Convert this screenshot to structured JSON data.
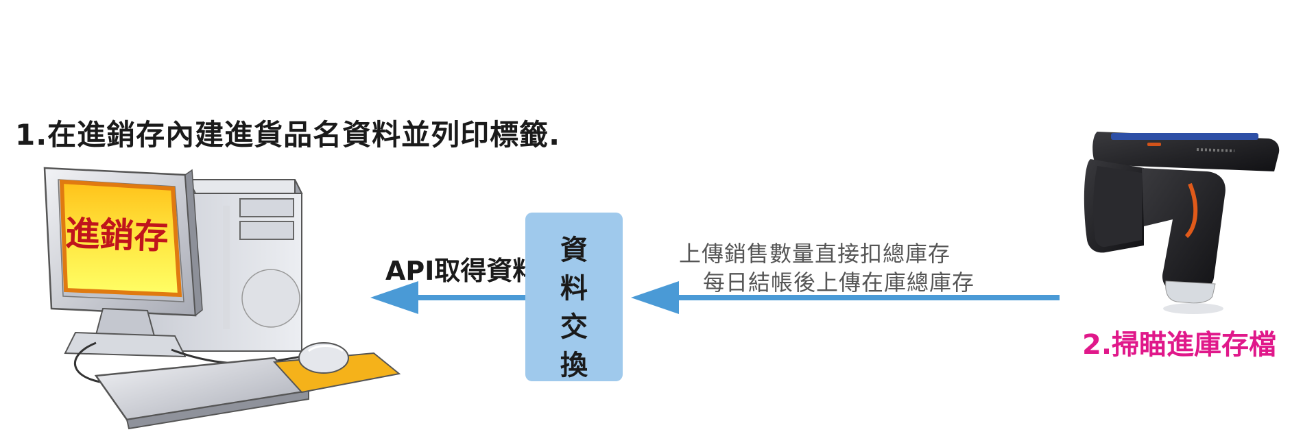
{
  "step1_text": "1.在進銷存內建進貨品名資料並列印標籤.",
  "computer_screen_text": "進銷存",
  "api_label": "API取得資料",
  "exchange_chars": [
    "資",
    "料",
    "交",
    "換"
  ],
  "upload_line1": "上傳銷售數量直接扣總庫存",
  "upload_line2": "每日結帳後上傳在庫總庫存",
  "step2_text": "2.掃瞄進庫存檔",
  "colors": {
    "arrow": "#4a9ad6",
    "exchange_box": "#9fc9ec",
    "step2": "#e0188a",
    "screen_text": "#c0141c"
  }
}
